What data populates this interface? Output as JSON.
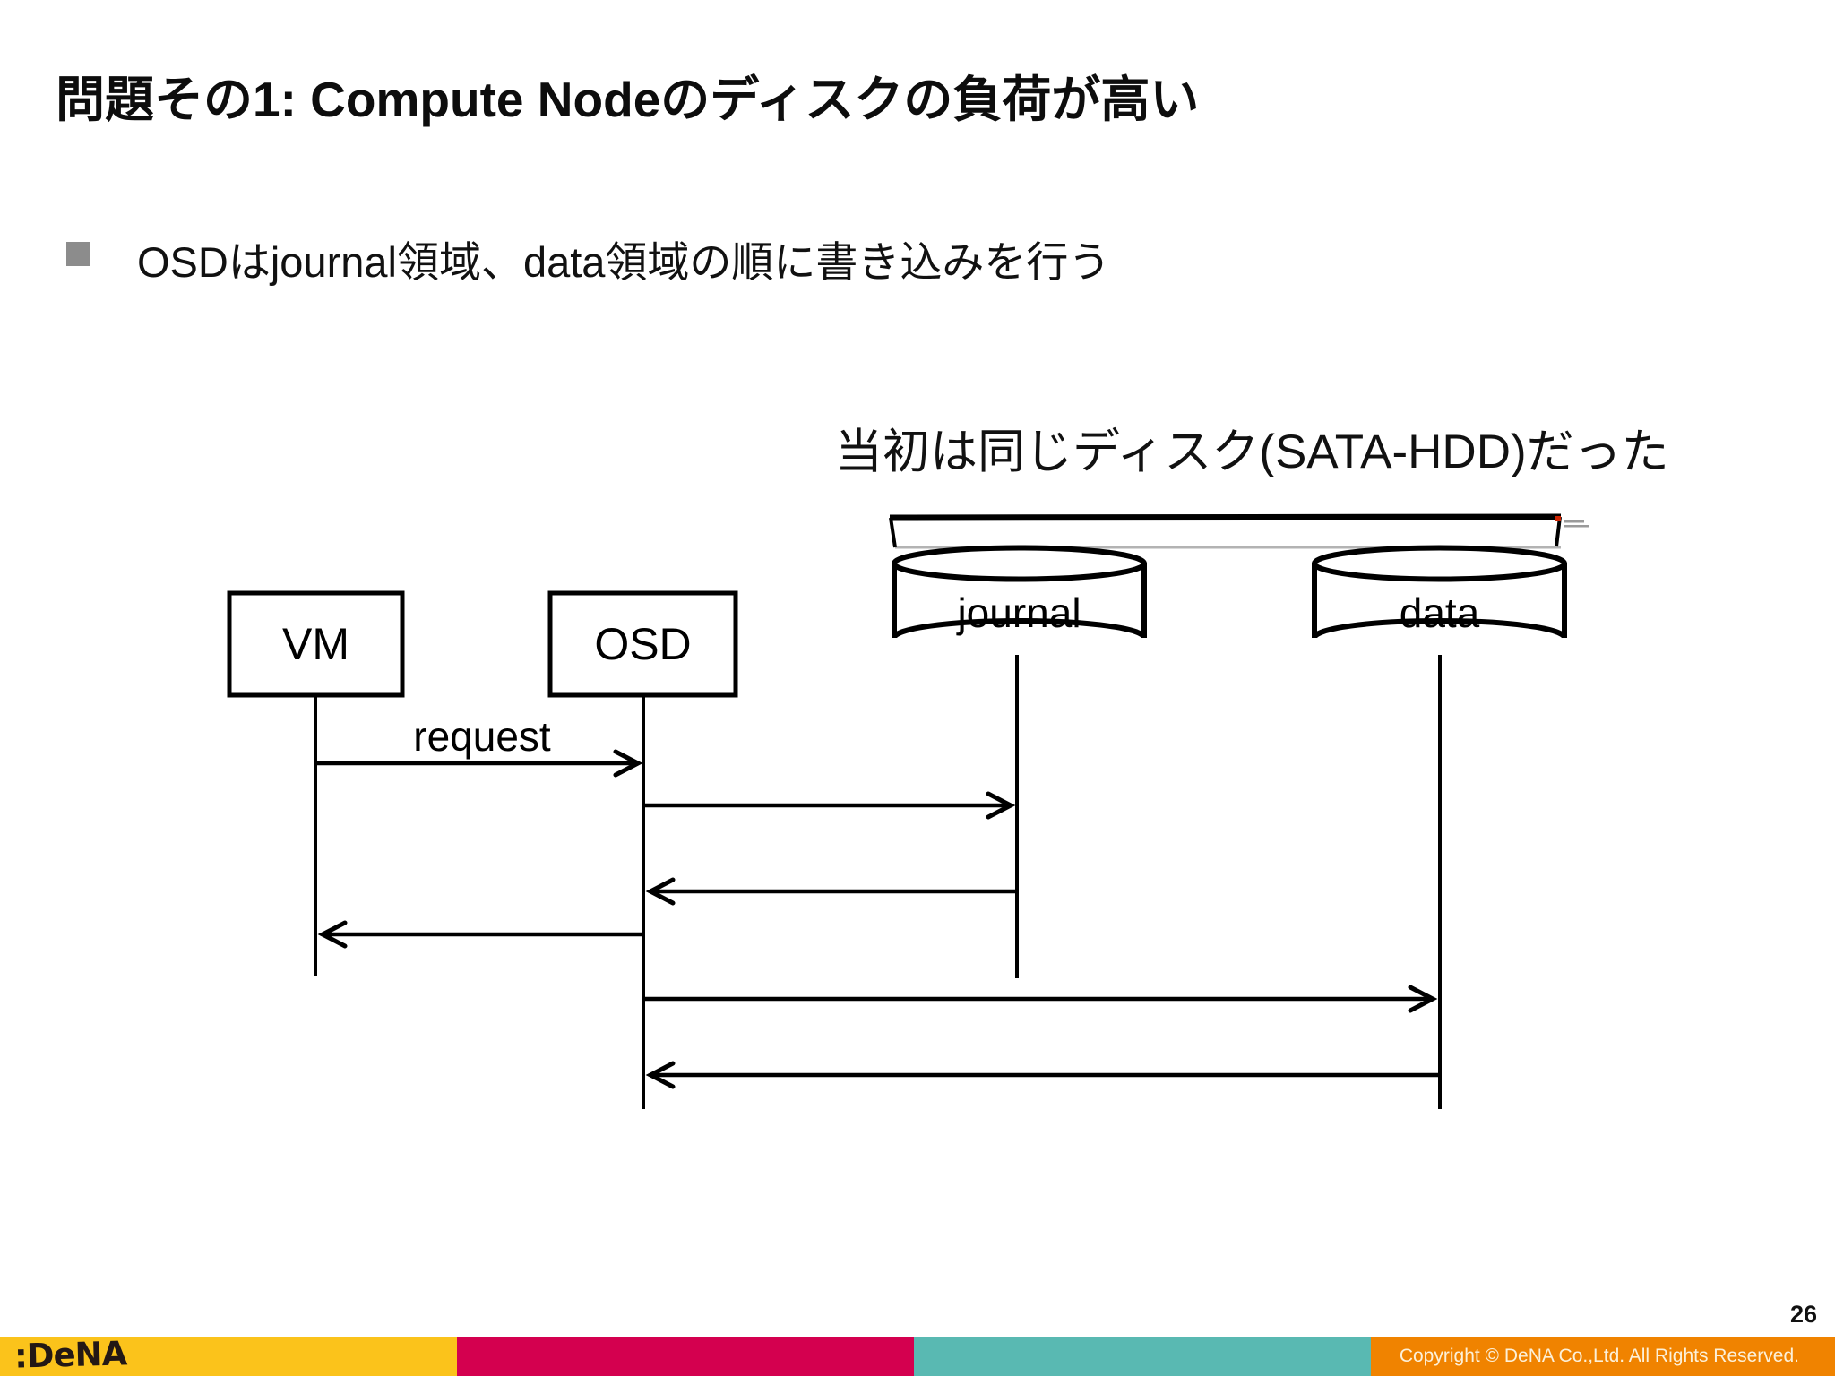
{
  "slide": {
    "title": "問題その1: Compute Nodeのディスクの負荷が高い",
    "bullet": "OSDはjournal領域、data領域の順に書き込みを行う",
    "annotation": "当初は同じディスク(SATA-HDD)だった",
    "page_number": "26"
  },
  "diagram": {
    "type": "sequence",
    "actors": [
      {
        "label": "VM"
      },
      {
        "label": "OSD"
      }
    ],
    "stores": [
      {
        "label": "journal"
      },
      {
        "label": "data"
      }
    ],
    "messages": [
      {
        "from": "VM",
        "to": "OSD",
        "label": "request"
      },
      {
        "from": "OSD",
        "to": "journal",
        "label": ""
      },
      {
        "from": "journal",
        "to": "OSD",
        "label": ""
      },
      {
        "from": "OSD",
        "to": "VM",
        "label": ""
      },
      {
        "from": "OSD",
        "to": "data",
        "label": ""
      },
      {
        "from": "data",
        "to": "OSD",
        "label": ""
      }
    ]
  },
  "footer": {
    "logo_text": ":DeNA",
    "copyright": "Copyright © DeNA Co.,Ltd. All Rights Reserved."
  },
  "colors": {
    "bullet_gray": "#8C8C8C",
    "footer_yellow": "#FBC31B",
    "footer_crimson": "#D4004F",
    "footer_teal": "#59B9B2",
    "footer_orange": "#F08300",
    "logo_text": "#231815",
    "copyright_text": "#FCF0D8",
    "bracket_gray": "#B3B3B3",
    "note_red": "#CC2200"
  }
}
